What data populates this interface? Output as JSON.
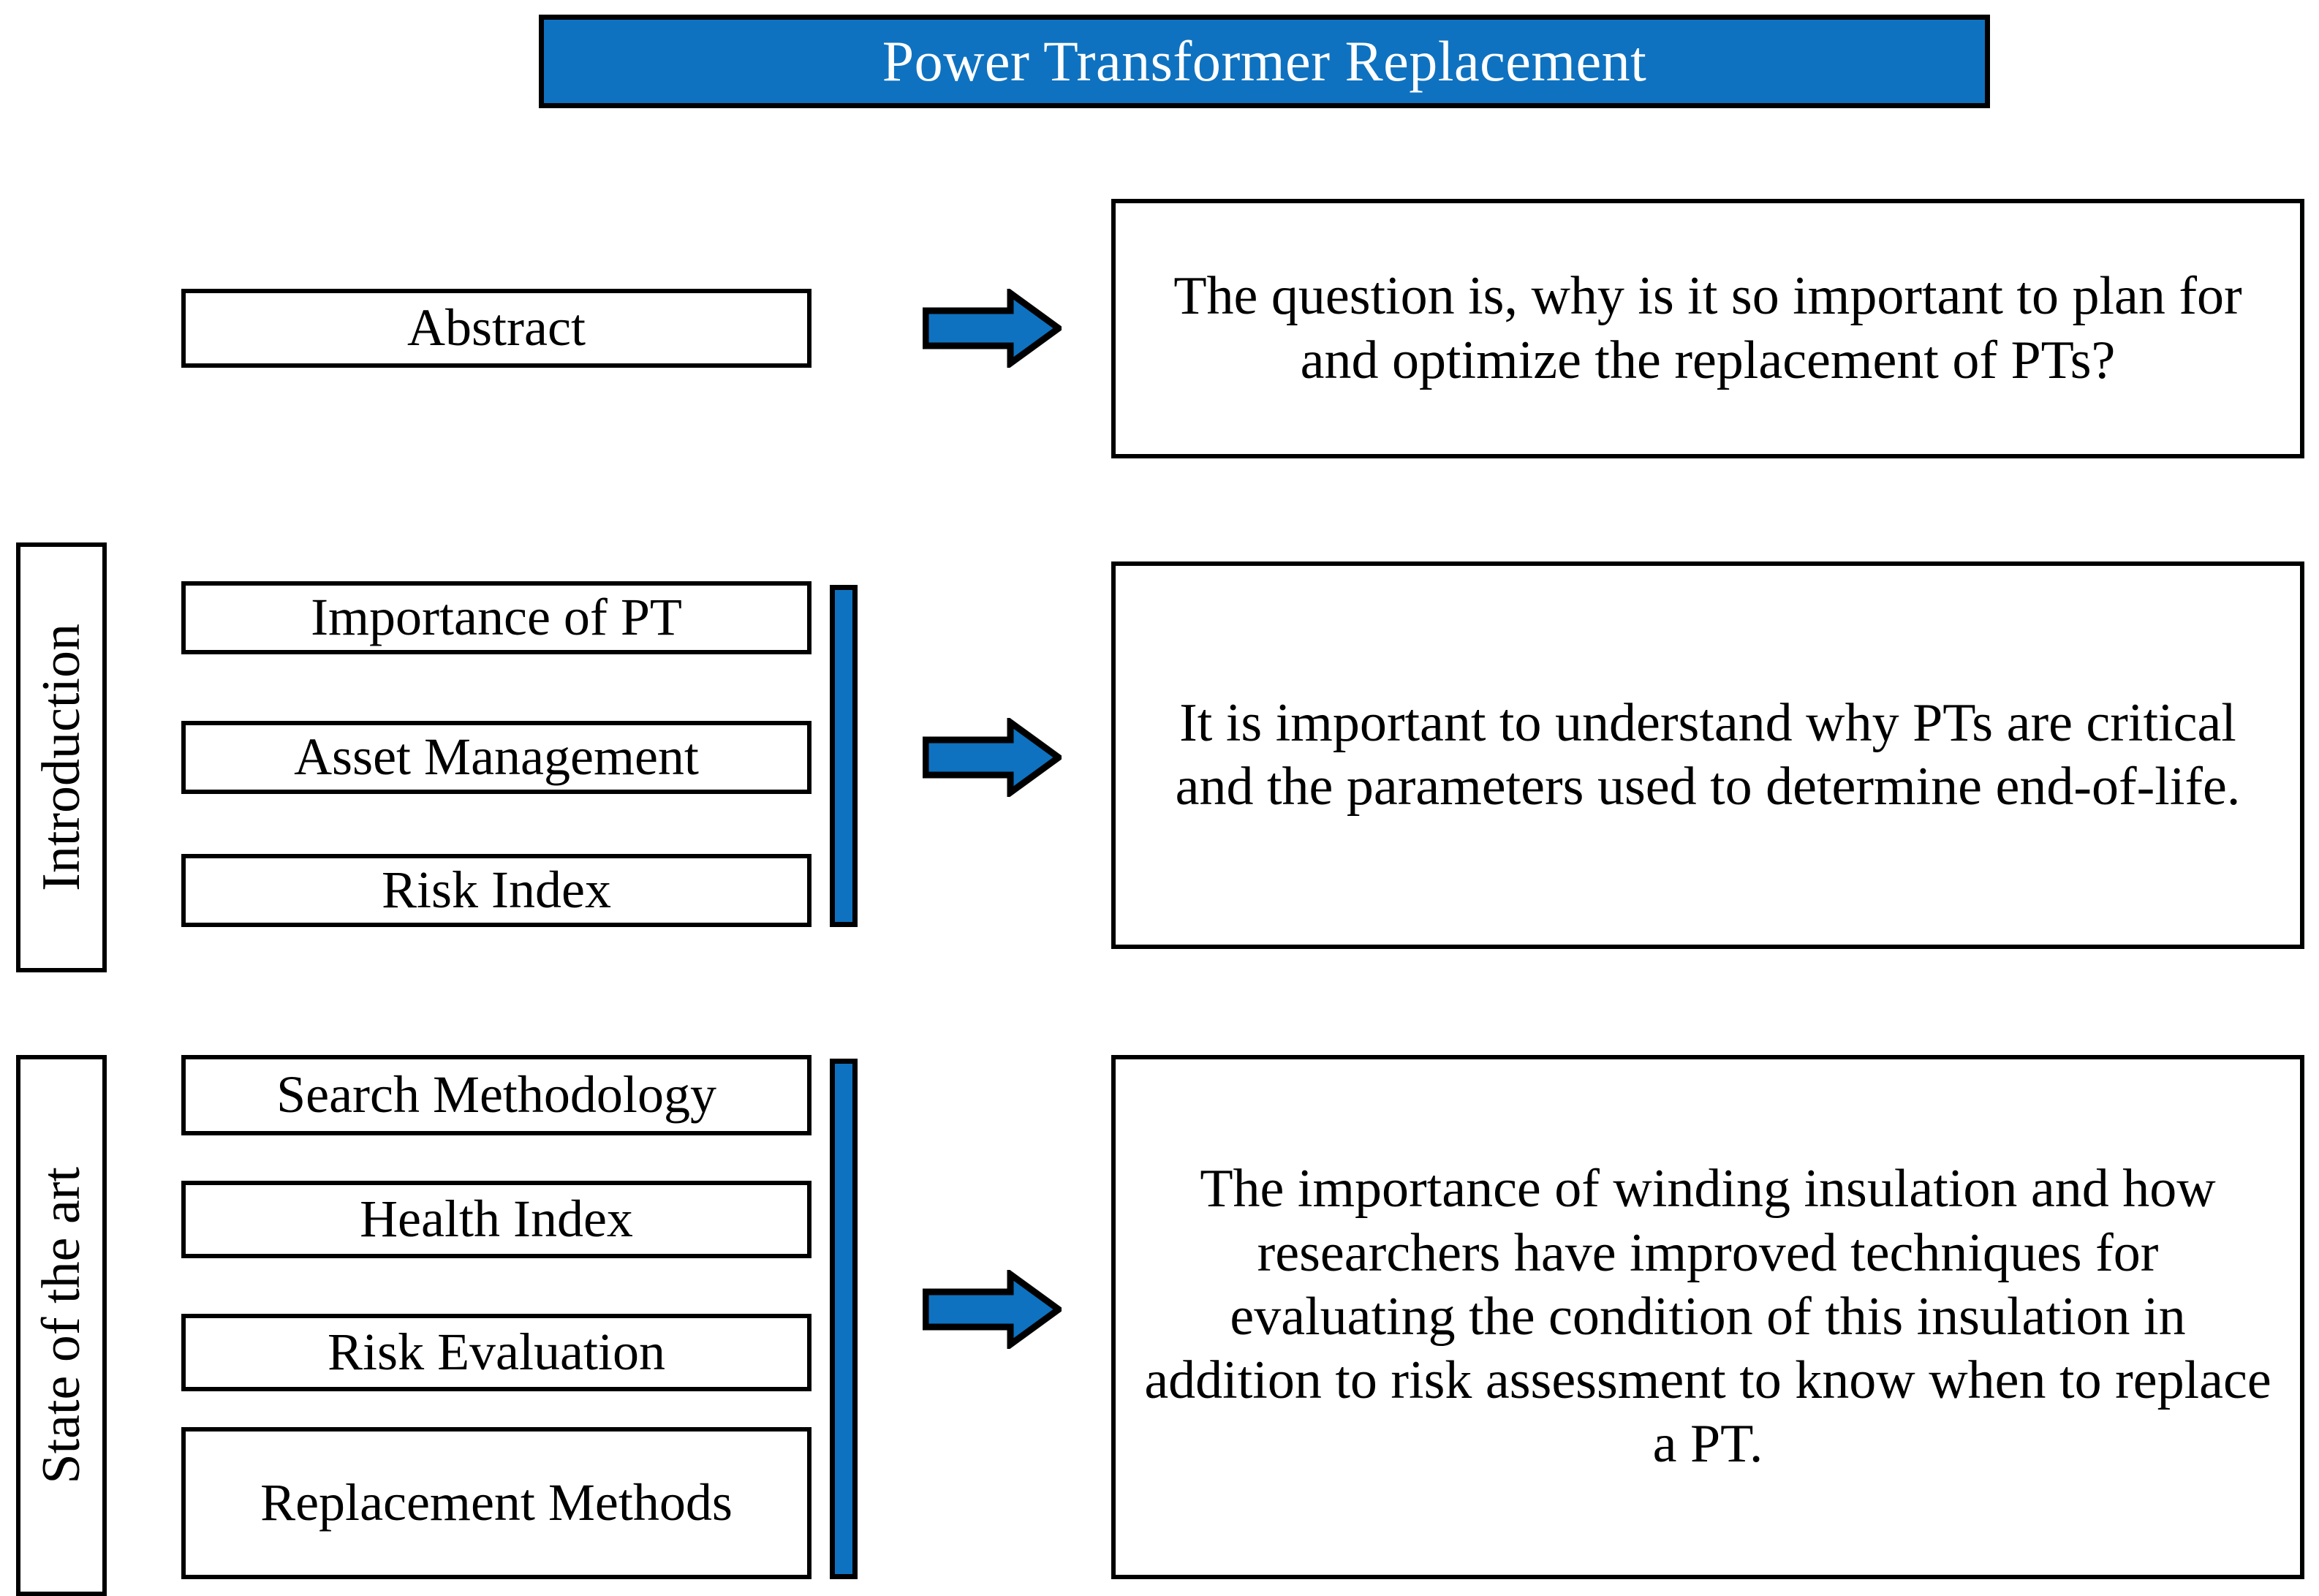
{
  "diagram": {
    "title": "Power Transformer Replacement",
    "accent_color": "#0E72C0",
    "outline_color": "#000000",
    "background_color": "#FFFFFF",
    "rows": [
      {
        "section_label": "",
        "topics": [
          "Abstract"
        ],
        "description": "The question is, why is it so important to plan for and optimize the replacement of PTs?",
        "has_group_bar": false,
        "arrow": "right-arrow"
      },
      {
        "section_label": "Introduction",
        "topics": [
          "Importance of PT",
          "Asset Management",
          "Risk Index"
        ],
        "description": "It is important to understand why PTs are critical and the parameters used to determine end-of-life.",
        "has_group_bar": true,
        "arrow": "right-arrow"
      },
      {
        "section_label": "State of the art",
        "topics": [
          "Search Methodology",
          "Health Index",
          "Risk Evaluation",
          "Replacement Methods"
        ],
        "description": "The importance of winding insulation and how researchers have improved techniques for evaluating the condition of this insulation in addition to risk assessment to know when to replace a PT.",
        "has_group_bar": true,
        "arrow": "right-arrow"
      }
    ]
  }
}
